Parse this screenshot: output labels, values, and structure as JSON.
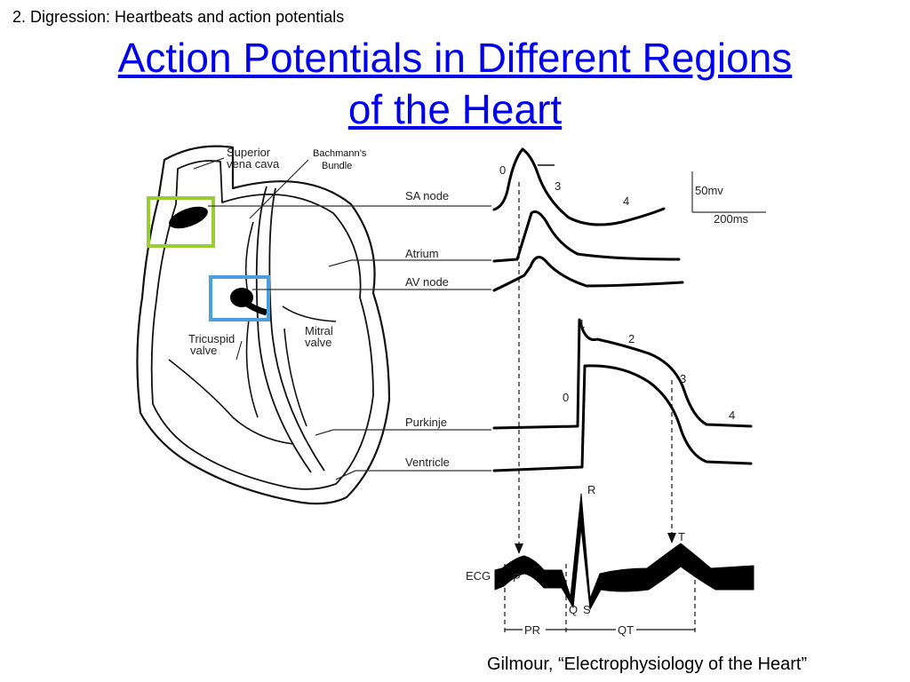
{
  "slide": {
    "header": "2.  Digression: Heartbeats and action potentials",
    "title_line1": "Action Potentials in Different Regions",
    "title_line2": "of the Heart",
    "citation": "Gilmour, “Electrophysiology of the Heart”"
  },
  "heart_labels": {
    "superior_vena_cava_1": "Superior",
    "superior_vena_cava_2": "vena cava",
    "bachmann_1": "Bachmann’s",
    "bachmann_2": "Bundle",
    "tricuspid_1": "Tricuspid",
    "tricuspid_2": "valve",
    "mitral_1": "Mitral",
    "mitral_2": "valve"
  },
  "region_labels": {
    "sa_node": "SA node",
    "atrium": "Atrium",
    "av_node": "AV node",
    "purkinje": "Purkinje",
    "ventricle": "Ventricle",
    "ecg": "ECG"
  },
  "scale_bar": {
    "voltage": "50mv",
    "time": "200ms"
  },
  "phase_labels": {
    "upper_0": "0",
    "upper_3": "3",
    "upper_4": "4",
    "lower_1": "1",
    "lower_2": "2",
    "lower_0": "0",
    "lower_3": "3",
    "lower_4": "4"
  },
  "ecg_waves": {
    "p": "P",
    "q": "Q",
    "r": "R",
    "s": "S",
    "t": "T",
    "pr": "PR",
    "qt": "QT"
  },
  "highlight_colors": {
    "sa_node_box": "#9acd32",
    "av_node_box": "#4a9fe0"
  }
}
